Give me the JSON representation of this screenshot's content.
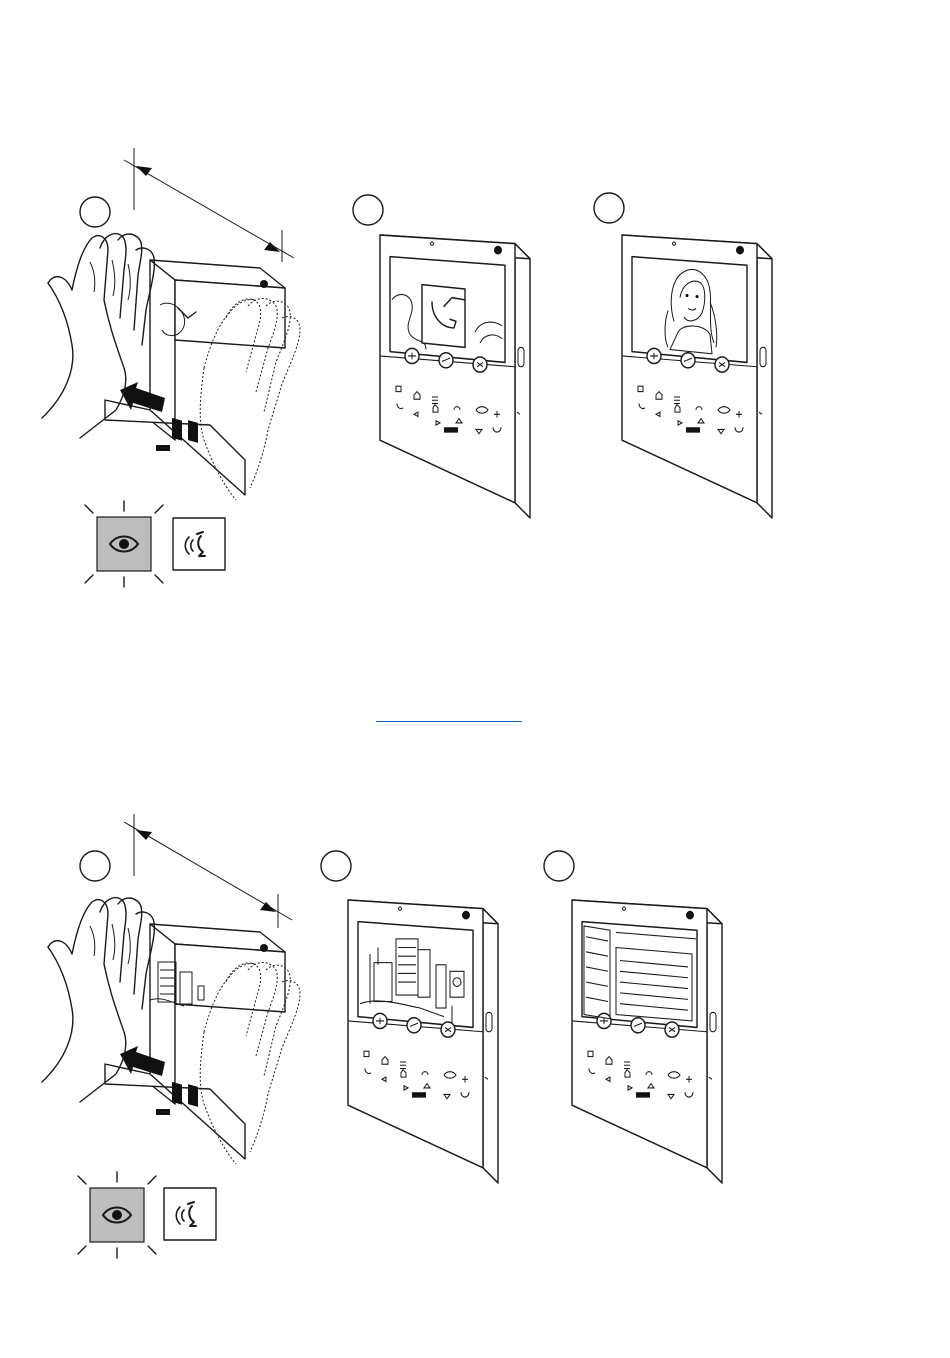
{
  "figure": {
    "brand_mark": "",
    "top_row": {
      "step_circles": [
        "",
        "",
        ""
      ],
      "highlighted_key": "eye-icon",
      "secondary_key": "intercom-voice-icon",
      "screen_states": [
        "call-handset-arrow-screen",
        "call-handset-arrow-screen",
        "caller-portrait-screen"
      ]
    },
    "bottom_row": {
      "step_circles": [
        "",
        "",
        ""
      ],
      "highlighted_key": "eye-icon",
      "secondary_key": "intercom-voice-icon",
      "screen_states": [
        "street-camera-screen",
        "street-camera-screen",
        "entrance-camera-screen"
      ]
    },
    "separator_link": ""
  },
  "colors": {
    "line": "#1a1a1a",
    "lit_key_fill": "#bdbdbd",
    "link_underline": "#1f5fc9",
    "background": "#ffffff"
  }
}
